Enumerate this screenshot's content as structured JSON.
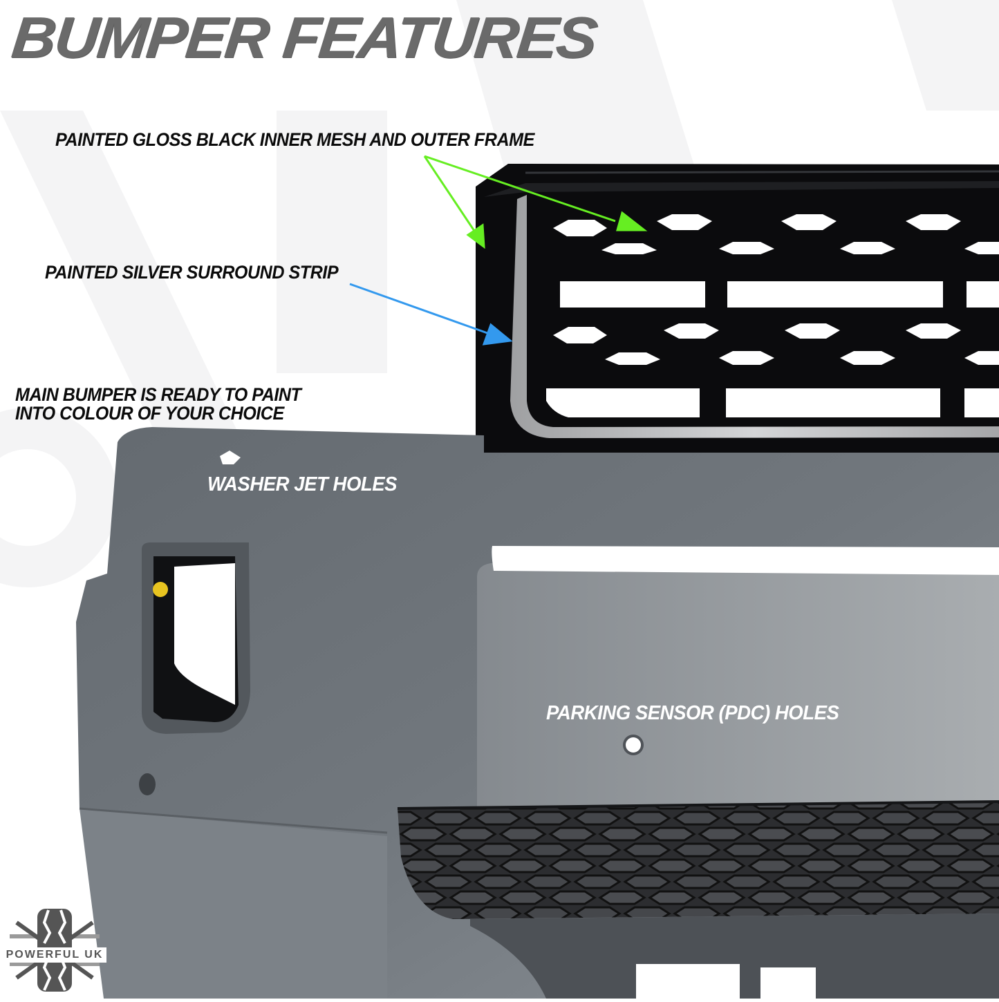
{
  "title": "BUMPER FEATURES",
  "callouts": {
    "gloss_black": "PAINTED GLOSS BLACK INNER MESH AND OUTER FRAME",
    "silver_strip": "PAINTED SILVER SURROUND STRIP",
    "main_bumper_line1": "MAIN BUMPER IS READY TO PAINT",
    "main_bumper_line2": "INTO COLOUR OF YOUR CHOICE",
    "washer_jet": "WASHER JET HOLES",
    "parking_sensor": "PARKING SENSOR (PDC) HOLES"
  },
  "arrows": {
    "gloss_black_color": "#66ee22",
    "silver_strip_color": "#3399ee"
  },
  "logo": {
    "text": "POWERFUL UK"
  },
  "colors": {
    "title": "#6a6a6a",
    "bumper_primer": "#6f757b",
    "grille_black": "#0a0a0c",
    "silver_strip": "#b8b9bb",
    "lower_mesh": "#2a2b2d"
  }
}
